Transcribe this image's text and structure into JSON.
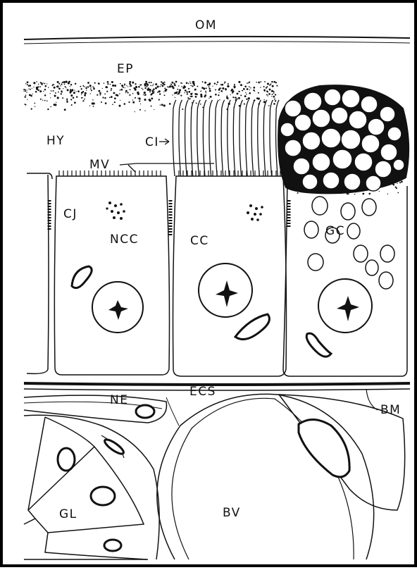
{
  "labels": {
    "om": "OM",
    "ep": "EP",
    "hy": "HY",
    "ci": "CI",
    "mv": "MV",
    "cj": "CJ",
    "ncc": "NCC",
    "cc": "CC",
    "gc": "GC",
    "ecs": "ECS",
    "ne": "NE",
    "bm": "BM",
    "gl": "GL",
    "bv": "BV"
  },
  "colors": {
    "ink": "#111111",
    "frame": "#000000",
    "paper": "#ffffff"
  }
}
